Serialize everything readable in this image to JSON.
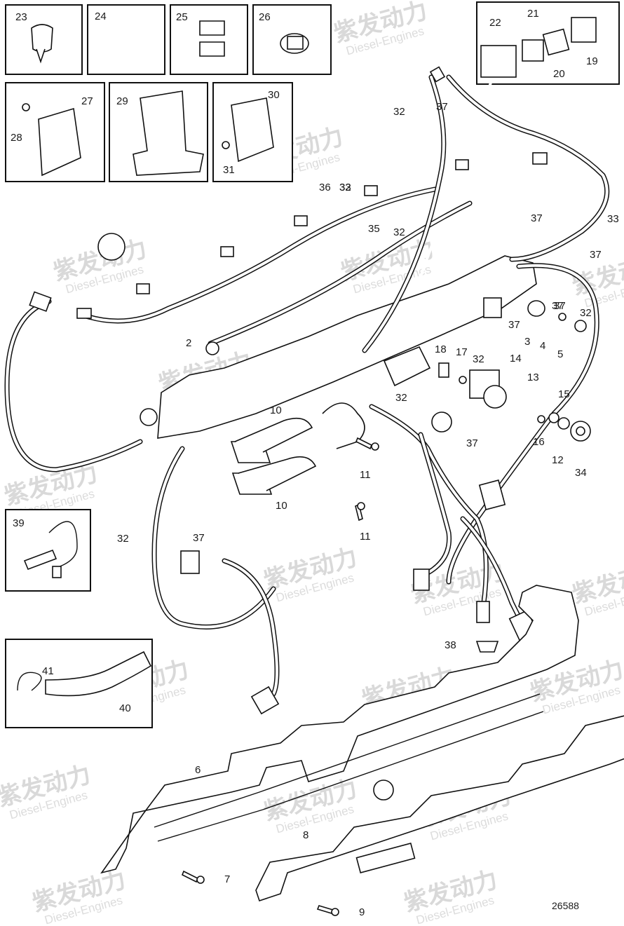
{
  "diagram": {
    "watermark_cn": "紫发动力",
    "watermark_en": "Diesel-Engines",
    "drawing_ref": "26588",
    "callouts": [
      "1",
      "2",
      "3",
      "4",
      "5",
      "6",
      "7",
      "8",
      "9",
      "10",
      "10",
      "11",
      "11",
      "12",
      "13",
      "14",
      "15",
      "16",
      "17",
      "18",
      "19",
      "20",
      "21",
      "22",
      "23",
      "24",
      "25",
      "26",
      "27",
      "28",
      "29",
      "30",
      "31",
      "32",
      "32",
      "32",
      "32",
      "32",
      "32",
      "32",
      "33",
      "33",
      "34",
      "35",
      "36",
      "37",
      "37",
      "37",
      "37",
      "37",
      "37",
      "37",
      "37",
      "38",
      "39",
      "40",
      "41"
    ]
  }
}
